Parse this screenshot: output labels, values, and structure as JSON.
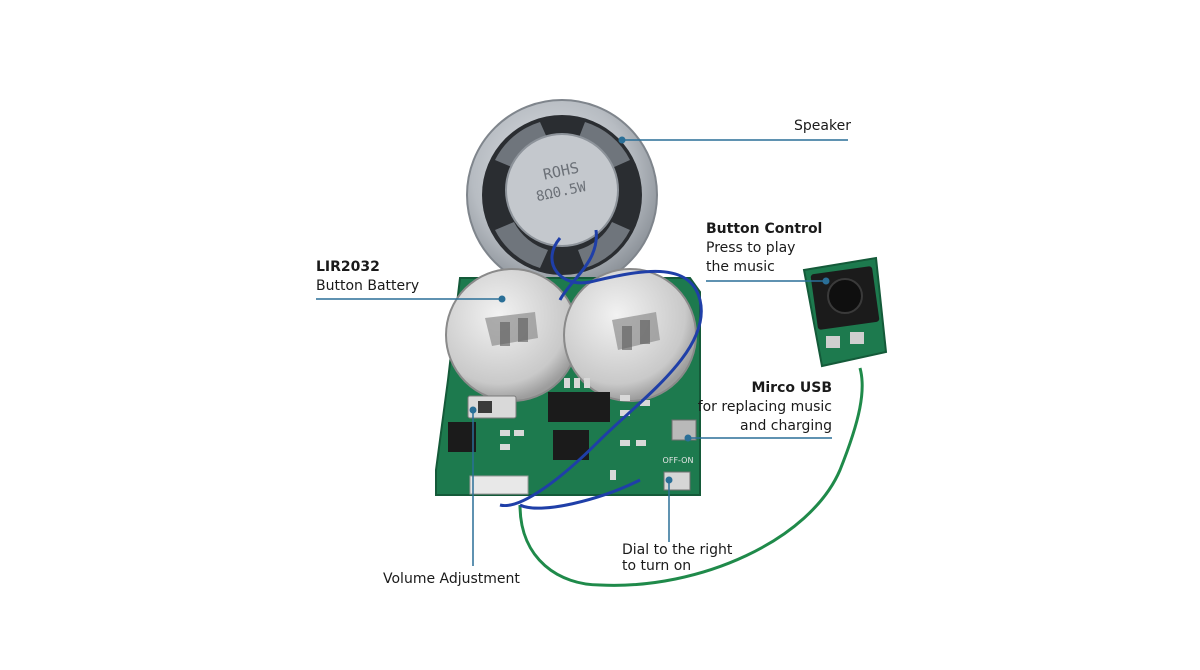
{
  "speaker": {
    "marking_line1": "ROHS",
    "marking_line2": "8Ω0.5W"
  },
  "labels": {
    "speaker": "Speaker",
    "button_control_title": "Button Control",
    "button_control_line1": "Press to play",
    "button_control_line2": "the music",
    "battery_title": "LIR2032",
    "battery_subtitle": "Button Battery",
    "usb_title": "Mirco USB",
    "usb_line1": "for replacing music",
    "usb_line2": "and charging",
    "dial_line1": "Dial to the right",
    "dial_line2": "to turn on",
    "volume": "Volume Adjustment"
  },
  "pcb": {
    "switch_marking": "OFF-ON"
  },
  "colors": {
    "leader_line": "#2a6f97",
    "pcb_green": "#1d7a4e",
    "coin_cell": "#c9c9c9",
    "speaker_metal": "#b7bcc2",
    "wire_blue": "#1f3fa8",
    "wire_green": "#1f8a4a"
  }
}
